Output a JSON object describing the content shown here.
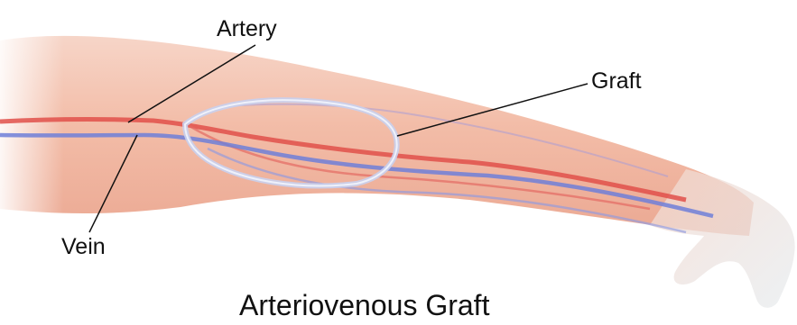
{
  "title": "Arteriovenous Graft",
  "labels": {
    "artery": "Artery",
    "vein": "Vein",
    "graft": "Graft"
  },
  "colors": {
    "skin": "#f2c1ad",
    "artery": "#e0504a",
    "vein": "#6f7fd8",
    "graft": "#c9d0ee",
    "leader_line": "#111111"
  }
}
